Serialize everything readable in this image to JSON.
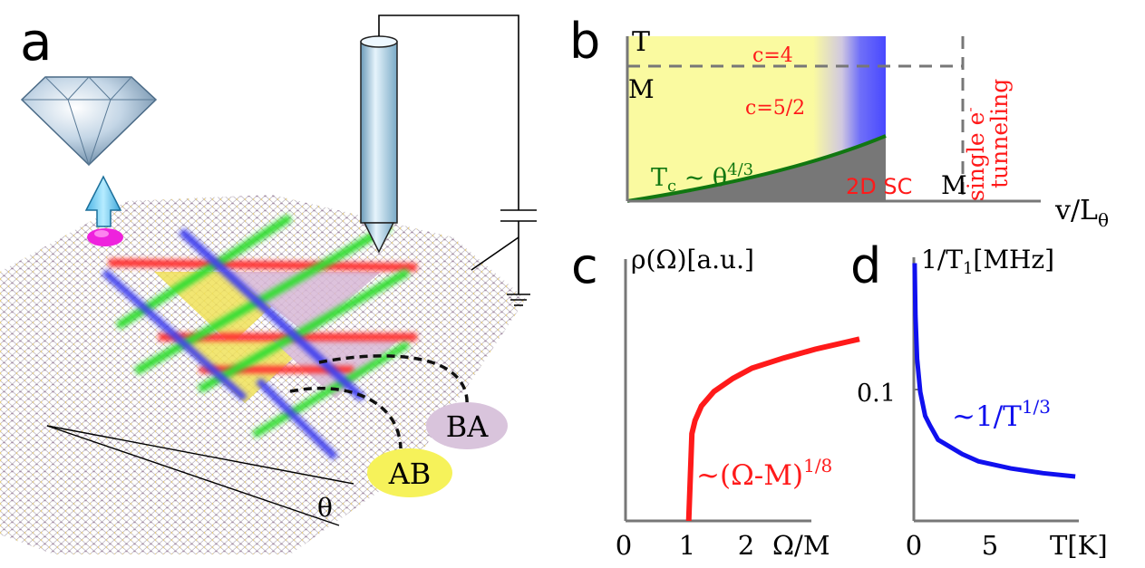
{
  "panels": {
    "a": {
      "letter": "a",
      "label_ab": "AB",
      "label_ba": "BA",
      "label_theta": "θ"
    },
    "b": {
      "letter": "b",
      "ylabel": "T",
      "xlabel_main": "v/L",
      "xlabel_sub": "θ",
      "c4": "c=4",
      "c52": "c=5/2",
      "m_top": "M",
      "m_right": "M",
      "sc_label": "2D SC",
      "tc_main": "T",
      "tc_sub": "c",
      "tc_mid": " ~ θ",
      "tc_sup": "4/3",
      "single_line1_main": "single e",
      "single_line1_sup": "-",
      "single_line2": "tunneling",
      "colors": {
        "yellow": "#fafaa0",
        "blue": "#5050ff",
        "green": "#117711",
        "gray": "#777777",
        "red": "#ff1a1a"
      }
    },
    "c": {
      "letter": "c",
      "ylabel": "ρ(Ω)[a.u.]",
      "xlabel": "Ω/M",
      "xticks": [
        "0",
        "1",
        "2"
      ],
      "annotation_main": "~(Ω-M)",
      "annotation_sup": "1/8"
    },
    "d": {
      "letter": "d",
      "ylabel_pre": "1/T",
      "ylabel_sub": "1",
      "ylabel_post": "[MHz]",
      "ytick": "0.1",
      "xlabel": "T[K]",
      "xticks": [
        "0",
        "5"
      ],
      "annotation_main": "~1/T",
      "annotation_sup": "1/3"
    }
  },
  "chart_data": [
    {
      "type": "line",
      "panel": "c",
      "x": [
        1.0,
        1.05,
        1.1,
        1.2,
        1.4,
        1.7,
        2.0,
        2.5,
        3.0,
        3.5,
        3.7
      ],
      "series": [
        {
          "values": [
            0.0,
            0.6,
            0.69,
            0.79,
            0.89,
            0.98,
            1.05,
            1.12,
            1.18,
            1.23,
            1.25
          ]
        }
      ],
      "xlim": [
        0,
        3.7
      ],
      "ylim": [
        0,
        1.8
      ],
      "color": "#ff1a1a"
    },
    {
      "type": "line",
      "panel": "d",
      "x": [
        0.05,
        0.1,
        0.2,
        0.4,
        0.7,
        1.0,
        1.5,
        2.0,
        3.0,
        4.0,
        6.0,
        8.0,
        10.0
      ],
      "series": [
        {
          "values": [
            0.54,
            0.43,
            0.34,
            0.27,
            0.22,
            0.2,
            0.17,
            0.16,
            0.14,
            0.125,
            0.11,
            0.1,
            0.093
          ]
        }
      ],
      "xlim": [
        0,
        10.5
      ],
      "ylim": [
        0,
        0.56
      ],
      "color": "#1010ee"
    }
  ]
}
